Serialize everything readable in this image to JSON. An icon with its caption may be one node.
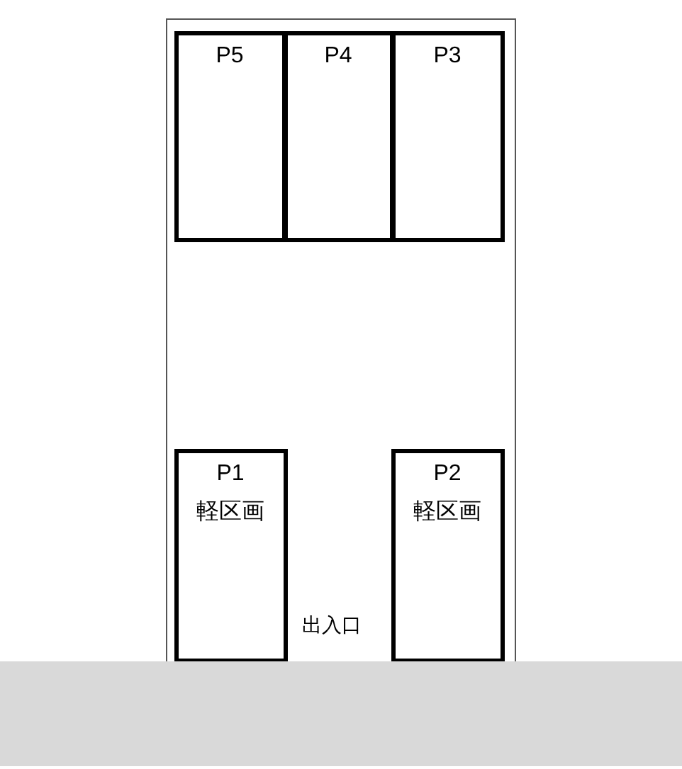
{
  "diagram": {
    "nodes": [
      {
        "text": [],
        "shape": "box"
      },
      {
        "text": [
          "P5"
        ],
        "in": 0
      },
      {
        "text": [
          "P4"
        ],
        "in": 0
      },
      {
        "text": [
          "P3"
        ],
        "in": 0
      },
      {
        "text": [
          "P1",
          "軽区画"
        ],
        "in": 0
      },
      {
        "text": [
          "P2",
          "軽区画"
        ],
        "in": 0
      },
      {
        "text": [],
        "shape": "bar"
      }
    ],
    "labels": [
      "出入口"
    ]
  }
}
